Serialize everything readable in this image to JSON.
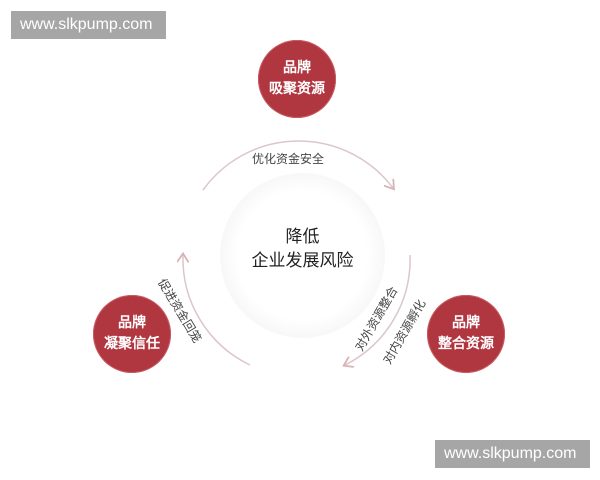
{
  "watermarks": {
    "top": "www.slkpump.com",
    "bottom": "www.slkpump.com"
  },
  "center": {
    "line1": "降低",
    "line2": "企业发展风险"
  },
  "nodes": {
    "top": {
      "line1": "品牌",
      "line2": "吸聚资源"
    },
    "left": {
      "line1": "品牌",
      "line2": "凝聚信任"
    },
    "right": {
      "line1": "品牌",
      "line2": "整合资源"
    }
  },
  "arcs": {
    "top": "优化资金安全",
    "left": "促进资金回笼",
    "right_outer": "对外资源整合",
    "right_inner": "对内资源孵化"
  },
  "colors": {
    "node": "#b03640",
    "arc": "#d9c3c5",
    "watermark_bg": "#a6a6a6"
  }
}
